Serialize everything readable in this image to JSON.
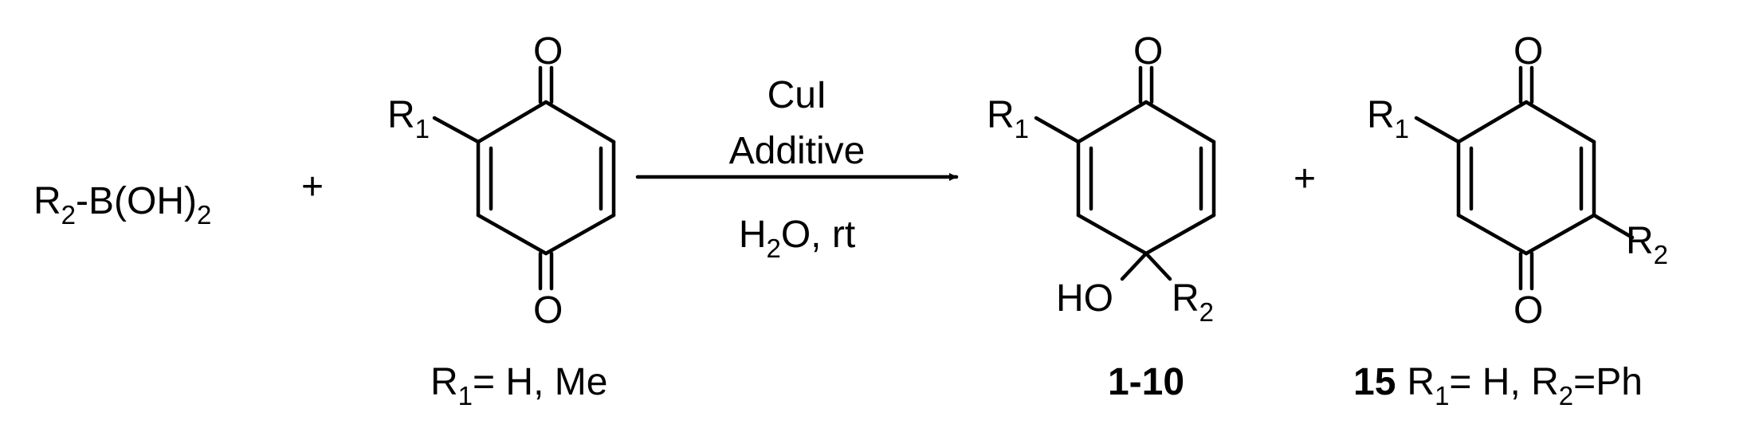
{
  "reagent": {
    "r2": "R",
    "r2_sub": "2",
    "boronic": "-B(OH)",
    "boronic_sub": "2"
  },
  "plus": "+",
  "quinone": {
    "oxygen_top": "O",
    "oxygen_bottom": "O",
    "r1": "R",
    "r1_sub": "1",
    "caption_r1": "R",
    "caption_r1_sub": "1",
    "caption_rest": "= H, Me"
  },
  "conditions": {
    "catalyst": "CuI",
    "additive": "Additive",
    "solvent_h": "H",
    "solvent_sub": "2",
    "solvent_rest": "O, rt"
  },
  "product": {
    "oxygen_top": "O",
    "r1": "R",
    "r1_sub": "1",
    "ho": "HO",
    "r2": "R",
    "r2_sub": "2",
    "compound_number": "1-10"
  },
  "side_product": {
    "oxygen_top": "O",
    "oxygen_bottom": "O",
    "r1": "R",
    "r1_sub": "1",
    "r2": "R",
    "r2_sub": "2",
    "compound_number": "15",
    "caption_r1": "R",
    "caption_r1_sub": "1",
    "caption_mid": "= H, R",
    "caption_r2_sub": "2",
    "caption_end": "=Ph"
  }
}
